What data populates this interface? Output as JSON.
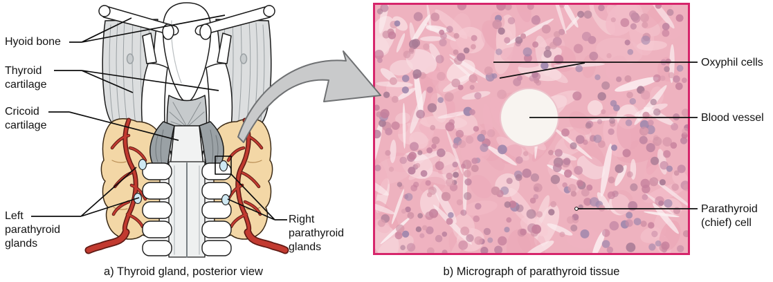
{
  "figure_a": {
    "caption": "a) Thyroid gland, posterior view",
    "labels": {
      "hyoid_bone": "Hyoid bone",
      "thyroid_cartilage": "Thyroid\ncartilage",
      "cricoid_cartilage": "Cricoid\ncartilage",
      "left_parathyroid": "Left\nparathyroid\nglands",
      "right_parathyroid": "Right\nparathyroid\nglands"
    },
    "colors": {
      "thyroid_gland": "#f3d7a6",
      "artery": "#c23a30",
      "artery_outline": "#5f1a14",
      "parathyroid_gland": "#cfe9f3",
      "muscle": "#dcdedf",
      "cartilage": "#ffffff"
    }
  },
  "figure_b": {
    "caption": "b) Micrograph of parathyroid tissue",
    "labels": {
      "oxyphil_cells": "Oxyphil cells",
      "blood_vessel": "Blood vessel",
      "parathyroid_chief_cell": "Parathyroid\n(chief) cell"
    },
    "colors": {
      "border": "#d6256b",
      "tissue_base": "#eeb2bf",
      "vessel": "#f8f4f0"
    },
    "palette": {
      "cyto": [
        "#f6ccd4",
        "#f2bcc8",
        "#efb2c0",
        "#f8dbe0",
        "#eba8b8"
      ],
      "streak": "#fbeff1",
      "nuclei": [
        "#d092a6",
        "#c5809c",
        "#b97f9d",
        "#a87b95",
        "#db9cae",
        "#c98da8",
        "#9d86ac"
      ]
    }
  }
}
